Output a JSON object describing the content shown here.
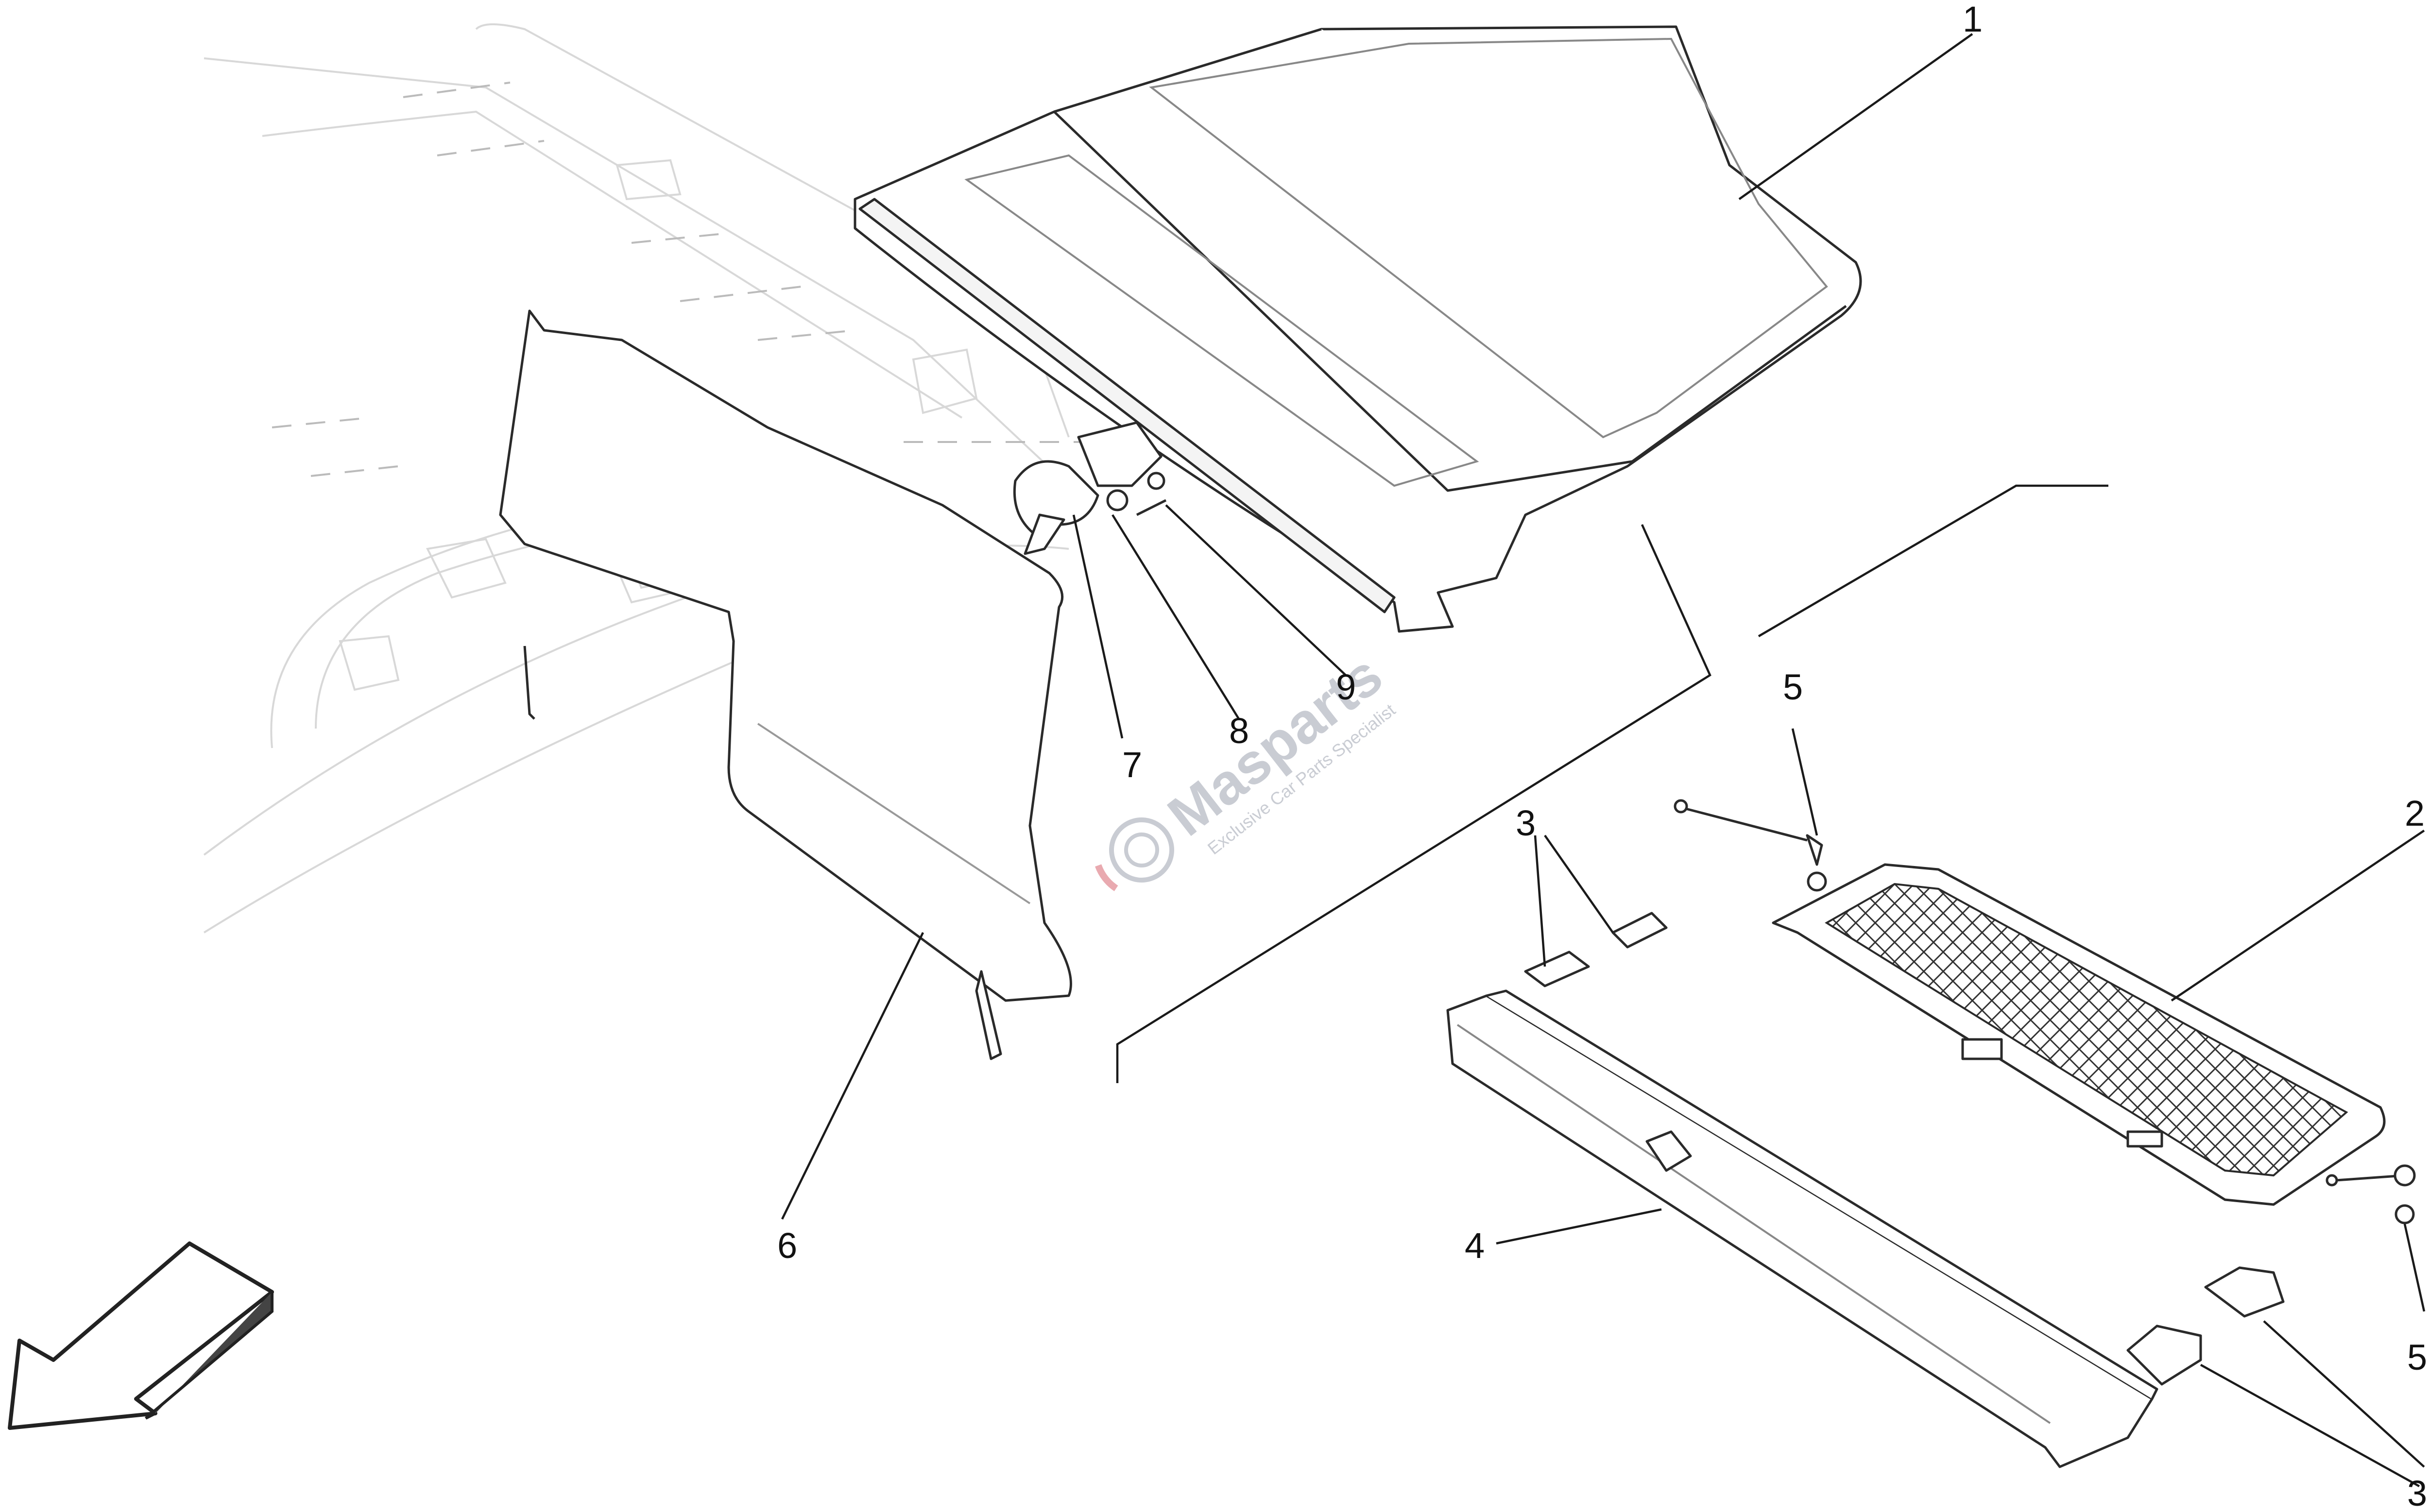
{
  "callouts": [
    {
      "id": "1",
      "label": "1"
    },
    {
      "id": "2",
      "label": "2"
    },
    {
      "id": "3a",
      "label": "3"
    },
    {
      "id": "3b",
      "label": "3"
    },
    {
      "id": "4",
      "label": "4"
    },
    {
      "id": "5a",
      "label": "5"
    },
    {
      "id": "5b",
      "label": "5"
    },
    {
      "id": "6",
      "label": "6"
    },
    {
      "id": "7",
      "label": "7"
    },
    {
      "id": "8",
      "label": "8"
    },
    {
      "id": "9",
      "label": "9"
    }
  ],
  "watermark": {
    "brand": "Masparts",
    "tagline": "Exclusive Car Parts Specialist"
  }
}
